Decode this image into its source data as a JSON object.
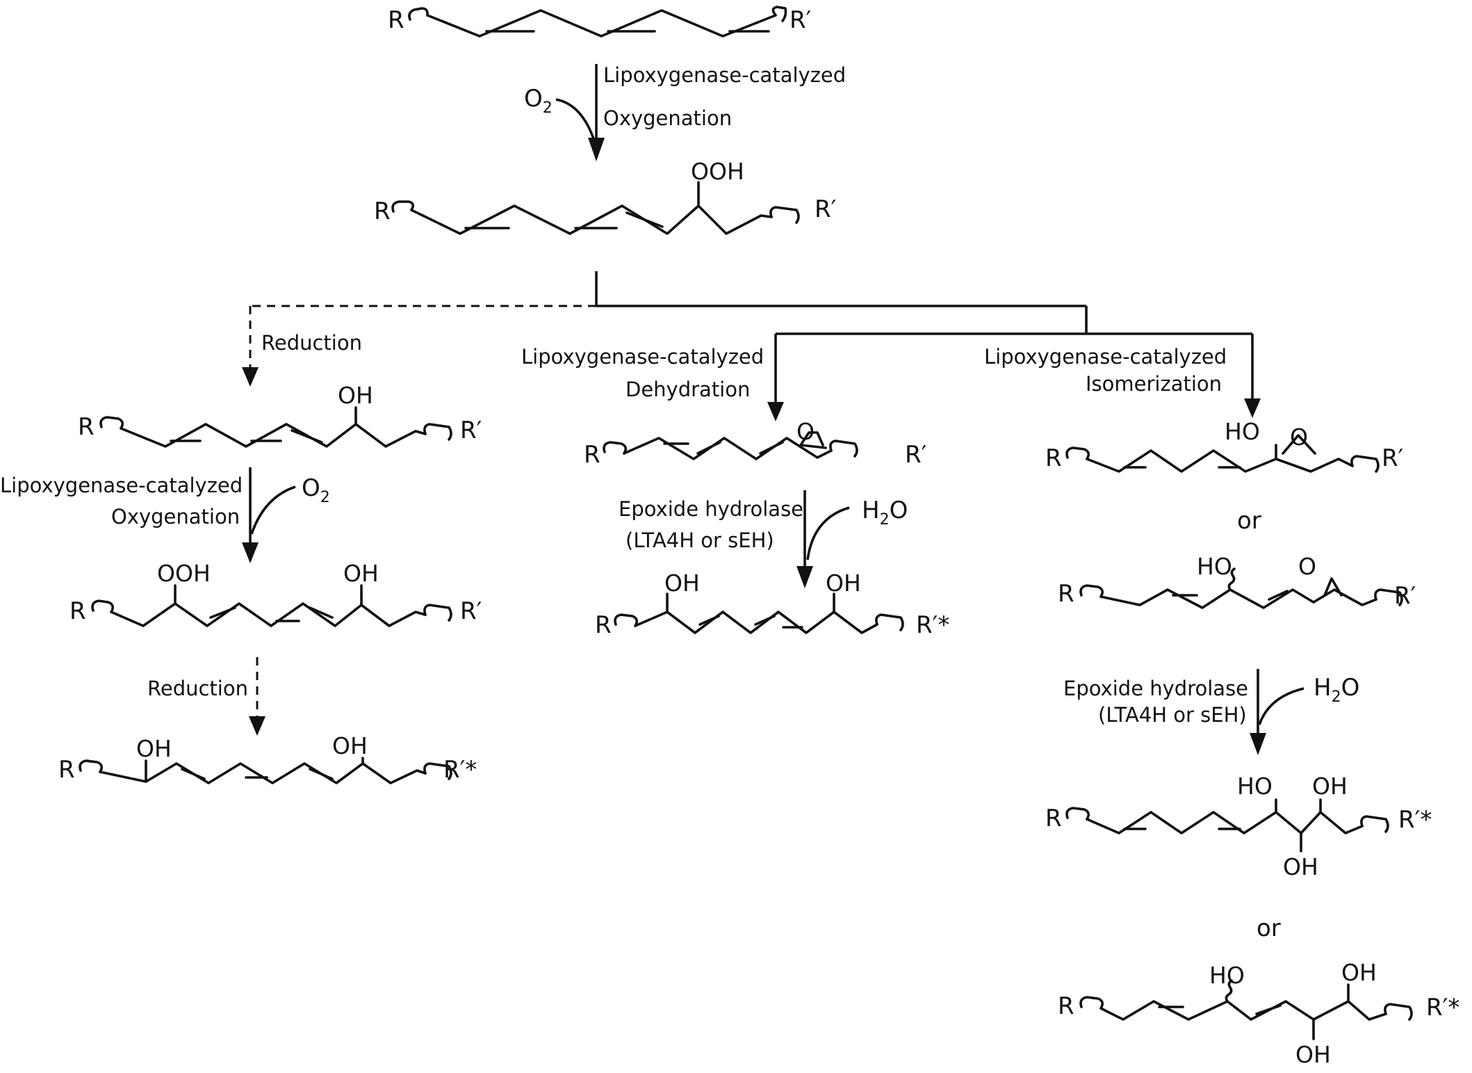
{
  "steps": {
    "lox_oxygenation_1": "Lipoxygenase-catalyzed",
    "oxygenation_1": "Oxygenation",
    "reduction_1": "Reduction",
    "lox_dehydration": "Lipoxygenase-catalyzed",
    "dehydration": "Dehydration",
    "lox_isomerization": "Lipoxygenase-catalyzed",
    "isomerization": "Isomerization",
    "lox_oxygenation_2": "Lipoxygenase-catalyzed",
    "oxygenation_2": "Oxygenation",
    "epoxide_hydrolase_1": "Epoxide hydrolase",
    "eh_enzymes_1": "(LTA4H or sEH)",
    "reduction_2": "Reduction",
    "epoxide_hydrolase_2": "Epoxide hydrolase",
    "eh_enzymes_2": "(LTA4H or sEH)"
  },
  "reagents": {
    "o2": "O",
    "o2_sub": "2",
    "h2o_h": "H",
    "h2o_sub": "2",
    "h2o_o": "O"
  },
  "groups": {
    "r": "R",
    "r_prime": "R′",
    "r_prime_star": "R′*",
    "ooh": "OOH",
    "oh": "OH",
    "ho": "HO",
    "o": "O"
  },
  "connectors": {
    "or_1": "or",
    "or_2": "or"
  }
}
